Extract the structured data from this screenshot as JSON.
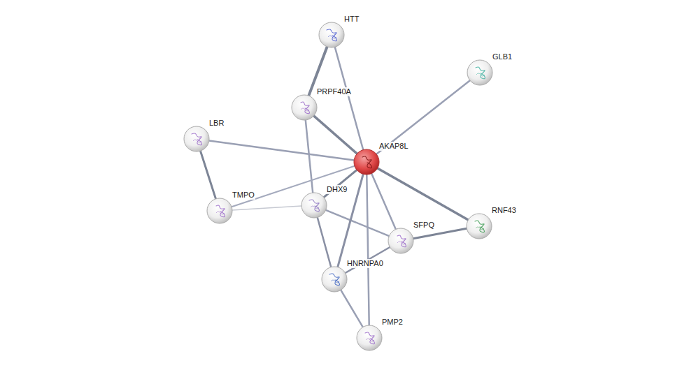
{
  "diagram": {
    "nodes": [
      {
        "text": [
          "HTT"
        ]
      },
      {
        "text": [
          "GLB1"
        ]
      },
      {
        "text": [
          "PRPF40A"
        ]
      },
      {
        "text": [
          "LBR"
        ]
      },
      {
        "text": [
          "AKAP8L"
        ]
      },
      {
        "text": [
          "TMPO"
        ]
      },
      {
        "text": [
          "DHX9"
        ]
      },
      {
        "text": [
          "RNF43"
        ]
      },
      {
        "text": [
          "SFPQ"
        ]
      },
      {
        "text": [
          "HNRNPA0"
        ]
      },
      {
        "text": [
          "PMP2"
        ]
      }
    ],
    "edges": [
      {
        "from": 0,
        "to": 2,
        "arrow": "none"
      },
      {
        "from": 0,
        "to": 4,
        "arrow": "none"
      },
      {
        "from": 1,
        "to": 4,
        "arrow": "none"
      },
      {
        "from": 2,
        "to": 4,
        "arrow": "none"
      },
      {
        "from": 2,
        "to": 6,
        "arrow": "none"
      },
      {
        "from": 3,
        "to": 4,
        "arrow": "none"
      },
      {
        "from": 3,
        "to": 5,
        "arrow": "none"
      },
      {
        "from": 5,
        "to": 4,
        "arrow": "none"
      },
      {
        "from": 5,
        "to": 6,
        "arrow": "none"
      },
      {
        "from": 6,
        "to": 4,
        "arrow": "none"
      },
      {
        "from": 6,
        "to": 8,
        "arrow": "none"
      },
      {
        "from": 6,
        "to": 9,
        "arrow": "none"
      },
      {
        "from": 4,
        "to": 8,
        "arrow": "none"
      },
      {
        "from": 4,
        "to": 7,
        "arrow": "none"
      },
      {
        "from": 4,
        "to": 9,
        "arrow": "none"
      },
      {
        "from": 4,
        "to": 10,
        "arrow": "none"
      },
      {
        "from": 8,
        "to": 7,
        "arrow": "none"
      },
      {
        "from": 8,
        "to": 9,
        "arrow": "none"
      },
      {
        "from": 9,
        "to": 10,
        "arrow": "none"
      }
    ]
  }
}
